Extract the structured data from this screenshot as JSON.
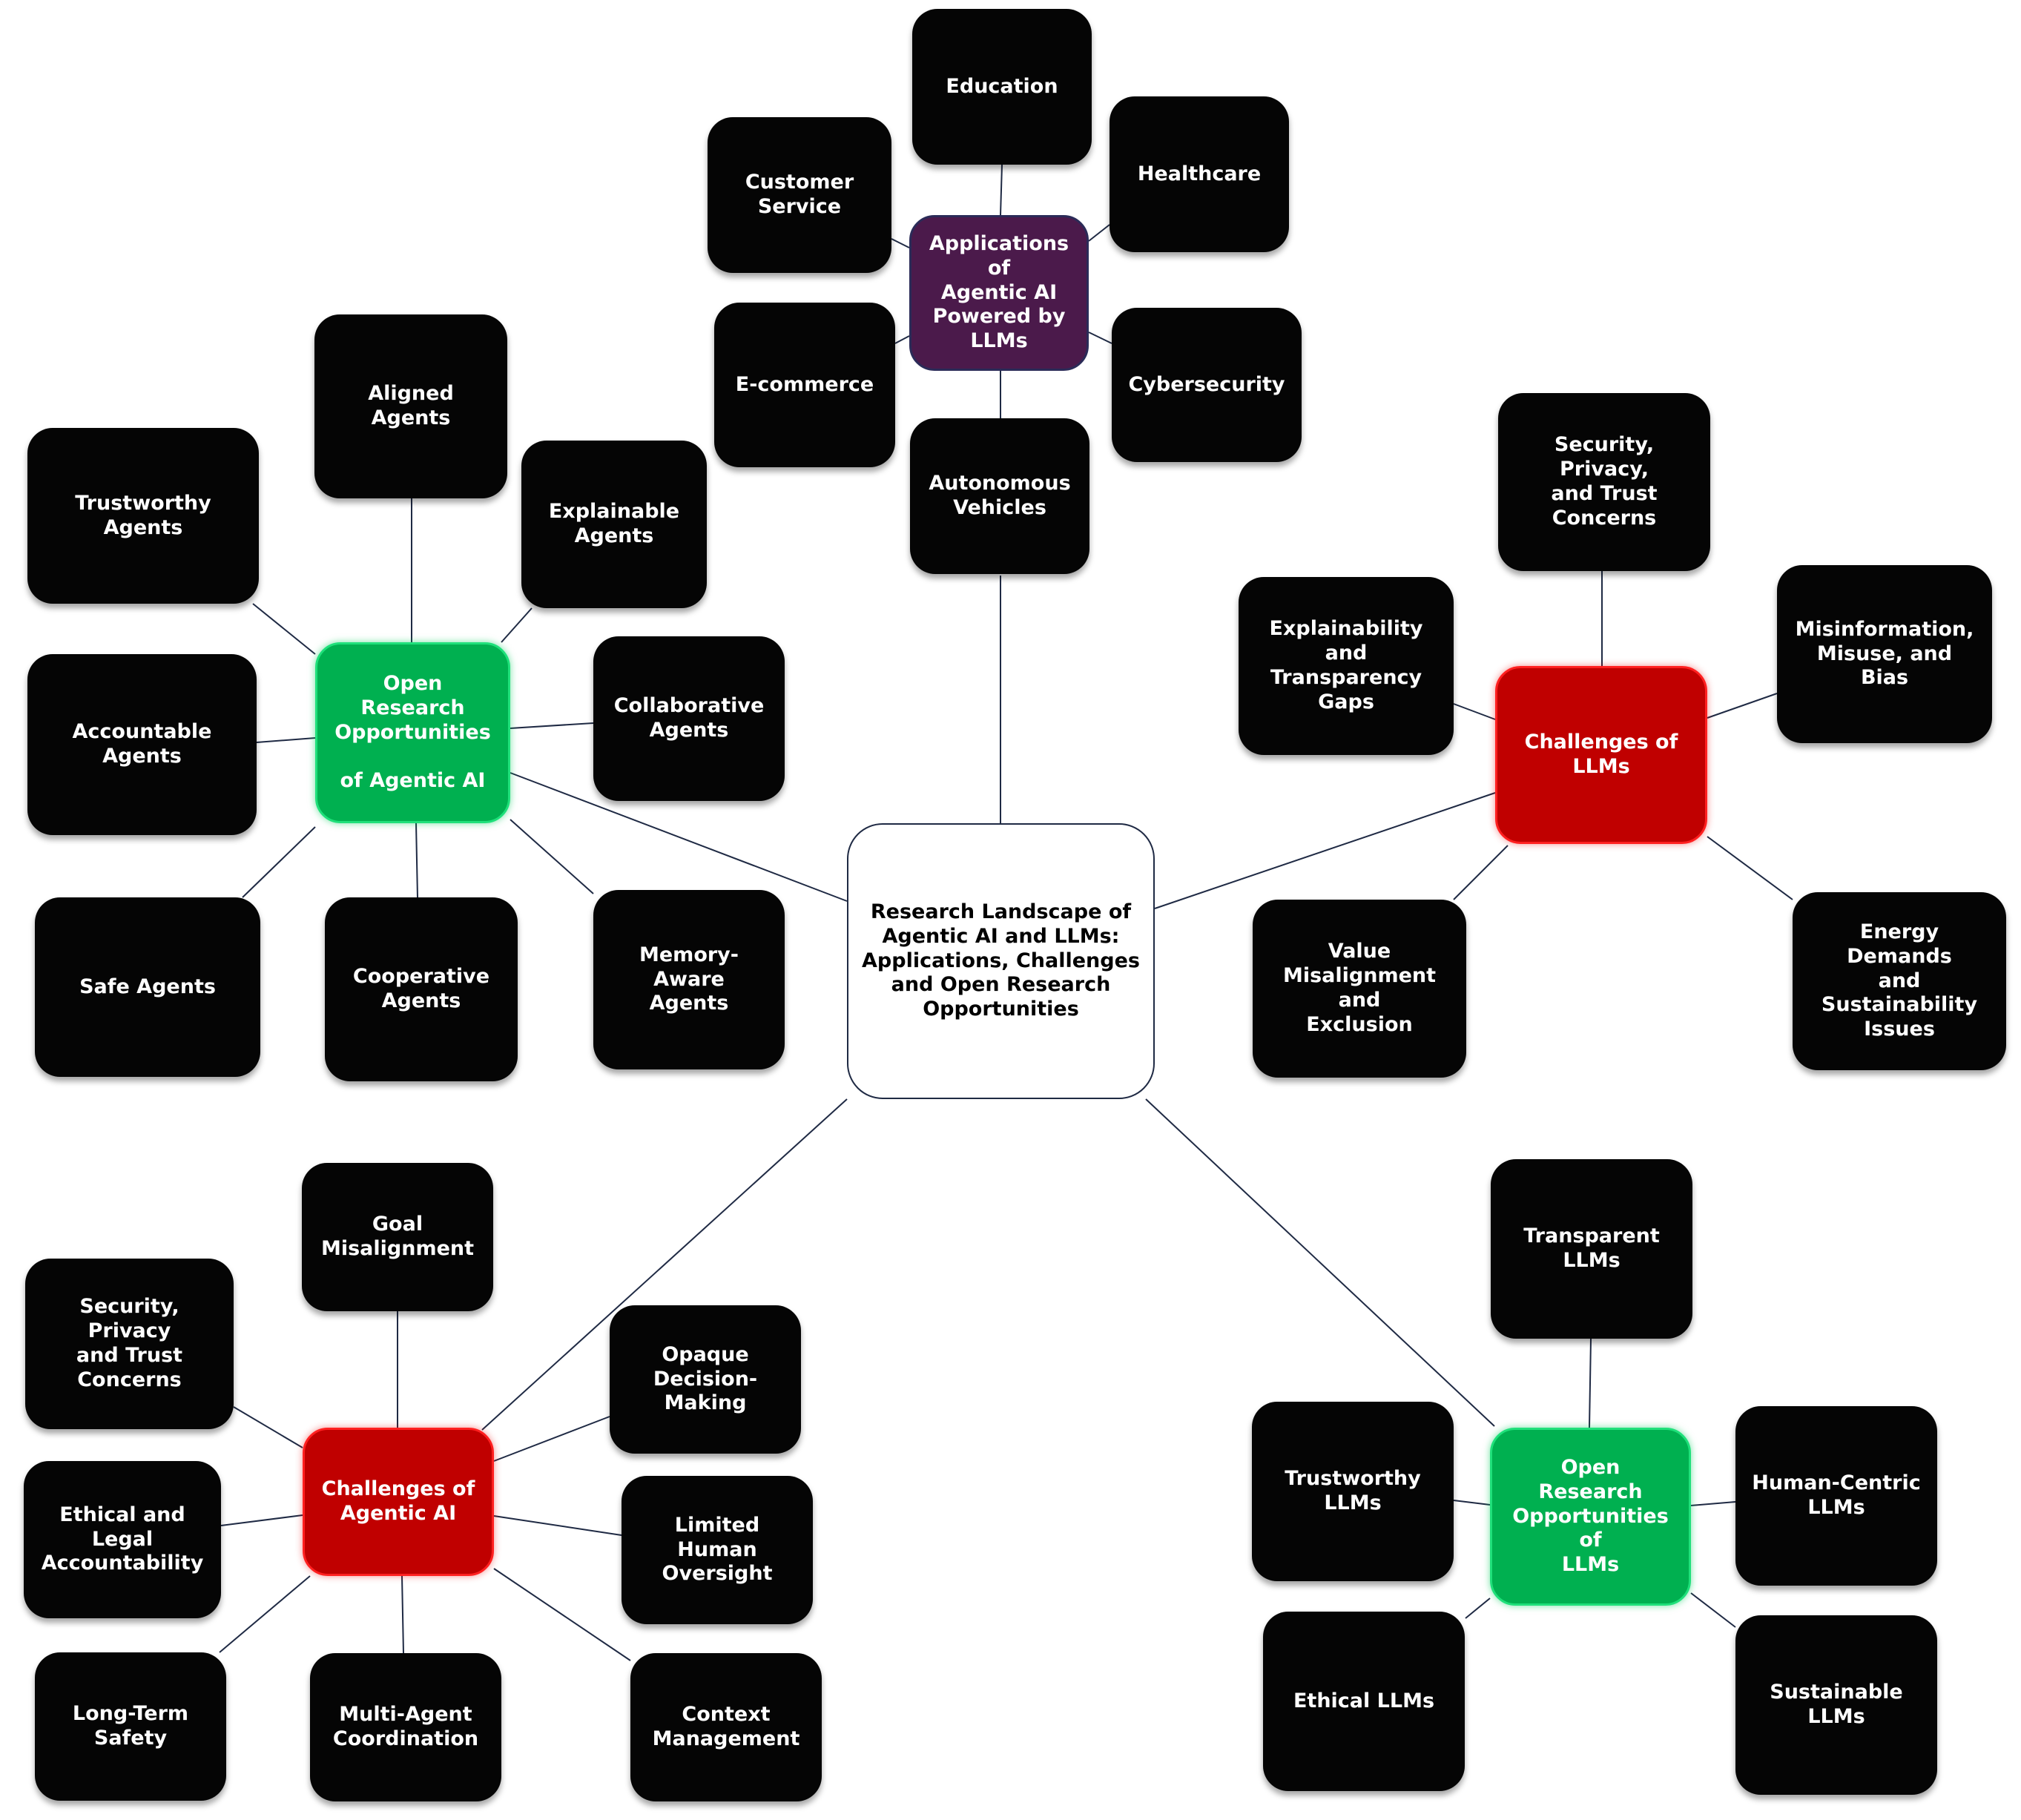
{
  "center": "Research Landscape of\nAgentic AI and LLMs:\nApplications, Challenges\nand Open Research\nOpportunities",
  "applications": {
    "hub": "Applications of\nAgentic AI\nPowered by\nLLMs",
    "items": [
      "Education",
      "Customer\nService",
      "Healthcare",
      "E-commerce",
      "Cybersecurity",
      "Autonomous\nVehicles"
    ]
  },
  "open_agentic": {
    "hub": "Open Research\nOpportunities\n\nof Agentic AI",
    "items": [
      "Aligned Agents",
      "Trustworthy Agents",
      "Explainable\nAgents",
      "Collaborative\nAgents",
      "Accountable Agents",
      "Safe Agents",
      "Cooperative\nAgents",
      "Memory-Aware\nAgents"
    ]
  },
  "challenges_llms": {
    "hub": "Challenges of\nLLMs",
    "items": [
      "Security, Privacy,\nand Trust\nConcerns",
      "Explainability and\nTransparency\nGaps",
      "Misinformation,\nMisuse, and Bias",
      "Value\nMisalignment and\nExclusion",
      "Energy Demands\nand Sustainability\nIssues"
    ]
  },
  "challenges_agentic": {
    "hub": "Challenges of\nAgentic AI",
    "items": [
      "Goal\nMisalignment",
      "Security, Privacy\nand Trust\nConcerns",
      "Opaque\nDecision-Making",
      "Ethical and Legal\nAccountability",
      "Limited Human\nOversight",
      "Long-Term\nSafety",
      "Multi-Agent\nCoordination",
      "Context\nManagement"
    ]
  },
  "open_llms": {
    "hub": "Open Research\nOpportunities  of\nLLMs",
    "items": [
      "Transparent LLMs",
      "Trustworthy LLMs",
      "Human-Centric\nLLMs",
      "Ethical LLMs",
      "Sustainable LLMs"
    ]
  }
}
